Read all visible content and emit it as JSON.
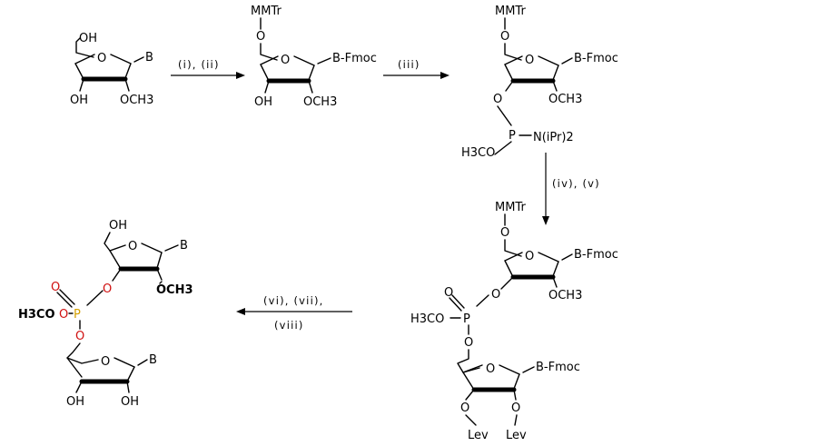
{
  "colors": {
    "oxygen": "#d01010",
    "phosphorus": "#d4a000",
    "ink": "#000000"
  },
  "labels": {
    "OH": "OH",
    "O": "O",
    "B": "B",
    "OCH3": "OCH3",
    "MMTr": "MMTr",
    "B_Fmoc": "B-Fmoc",
    "P": "P",
    "NiPr2": "N(iPr)2",
    "H3CO": "H3CO",
    "H3CO_bold": "H3CO",
    "Lev": "Lev"
  },
  "reagents": {
    "step1": "(i), (ii)",
    "step2": "(iii)",
    "step3": "(iv), (v)",
    "step4_line1": "(vi), (vii),",
    "step4_line2": "(viii)"
  }
}
